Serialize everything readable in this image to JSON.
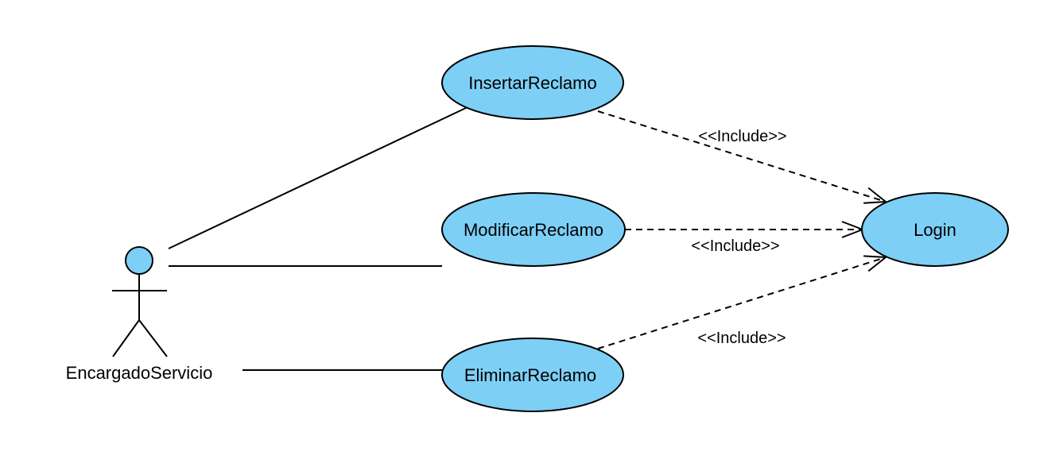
{
  "colors": {
    "usecase_fill": "#7dcff5",
    "actor_head_fill": "#7dcff5",
    "stroke": "#000000",
    "background": "#ffffff"
  },
  "actor": {
    "name": "EncargadoServicio"
  },
  "use_cases": {
    "insertar": "InsertarReclamo",
    "modificar": "ModificarReclamo",
    "eliminar": "EliminarReclamo",
    "login": "Login"
  },
  "relations": {
    "include_insertar": "<<Include>>",
    "include_modificar": "<<Include>>",
    "include_eliminar": "<<Include>>"
  }
}
